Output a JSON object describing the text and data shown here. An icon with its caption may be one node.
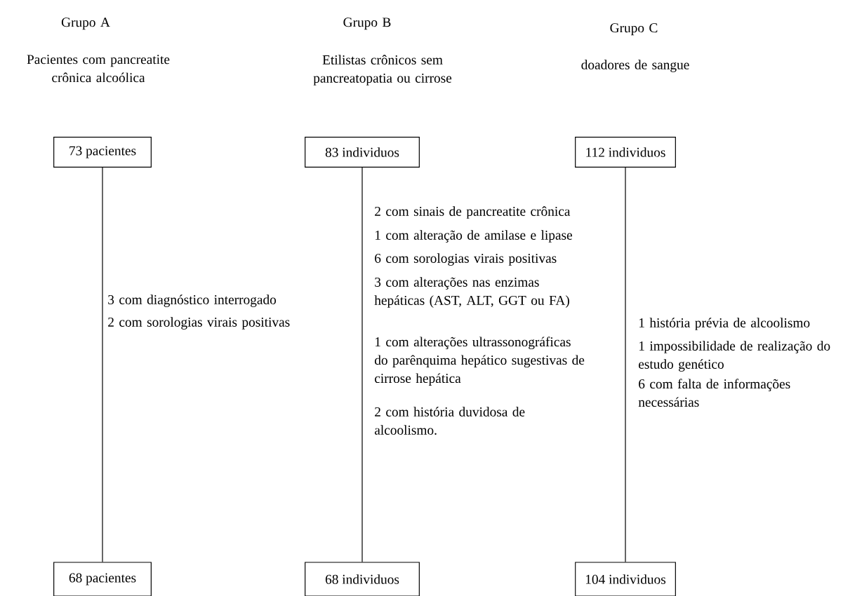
{
  "diagram": {
    "nodes": [
      {
        "text": [
          "73 pacientes"
        ]
      },
      {
        "text": [
          "68 pacientes"
        ]
      },
      {
        "text": [
          "83 individuos"
        ]
      },
      {
        "text": [
          "68 individuos"
        ]
      },
      {
        "text": [
          "112 individuos"
        ]
      },
      {
        "text": [
          "104 individuos"
        ]
      }
    ],
    "edges": [
      {
        "from": 0,
        "to": 1,
        "arrow": "none"
      },
      {
        "from": 2,
        "to": 3,
        "arrow": "none"
      },
      {
        "from": 4,
        "to": 5,
        "arrow": "none"
      }
    ],
    "labels": [
      "Grupo A",
      "Pacientes com pancreatite crônica alcoólica",
      "Grupo B",
      "Etilistas crônicos sem pancreatopatia ou cirrose",
      "Grupo C",
      "doadores de sangue",
      "3 com diagnóstico interrogado",
      "2 com sorologias virais positivas",
      "2 com sinais de pancreatite crônica",
      "1 com alteração de amilase e lipase",
      "6 com sorologias virais positivas",
      "3 com alterações nas enzimas hepáticas (AST, ALT, GGT ou FA)",
      "1 com alterações ultrassonográficas do parênquima hepático sugestivas de cirrose hepática",
      "2 com história duvidosa de alcoolismo.",
      "1 história prévia de alcoolismo",
      "1 impossibilidade de realização do estudo genético",
      "6 com falta de informações necessárias"
    ]
  }
}
